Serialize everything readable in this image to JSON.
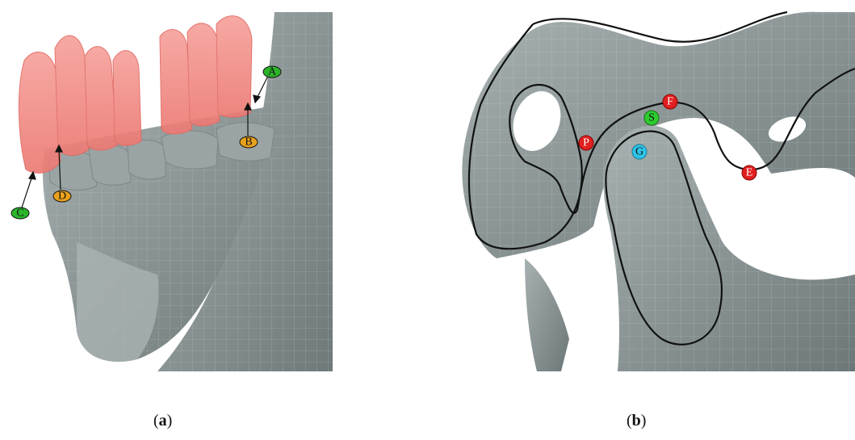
{
  "panel_a": {
    "caption": "a",
    "markers": [
      {
        "id": "A",
        "label": "A",
        "color": "#2bb52b"
      },
      {
        "id": "B",
        "label": "B",
        "color": "#e8a11c"
      },
      {
        "id": "C",
        "label": "C",
        "color": "#2bb52b"
      },
      {
        "id": "D",
        "label": "D",
        "color": "#e8a11c"
      }
    ]
  },
  "panel_b": {
    "caption": "b",
    "markers": [
      {
        "id": "F",
        "label": "F",
        "color": "#e02020"
      },
      {
        "id": "S",
        "label": "S",
        "color": "#2ecc2e"
      },
      {
        "id": "P",
        "label": "P",
        "color": "#e02020"
      },
      {
        "id": "G",
        "label": "G",
        "color": "#2ec4e8"
      },
      {
        "id": "E",
        "label": "E",
        "color": "#e02020"
      }
    ]
  },
  "colors": {
    "bone": "#8f9a9a",
    "bone_dark": "#6f7b7b",
    "teeth": "#f08a84",
    "outline": "#111111"
  }
}
